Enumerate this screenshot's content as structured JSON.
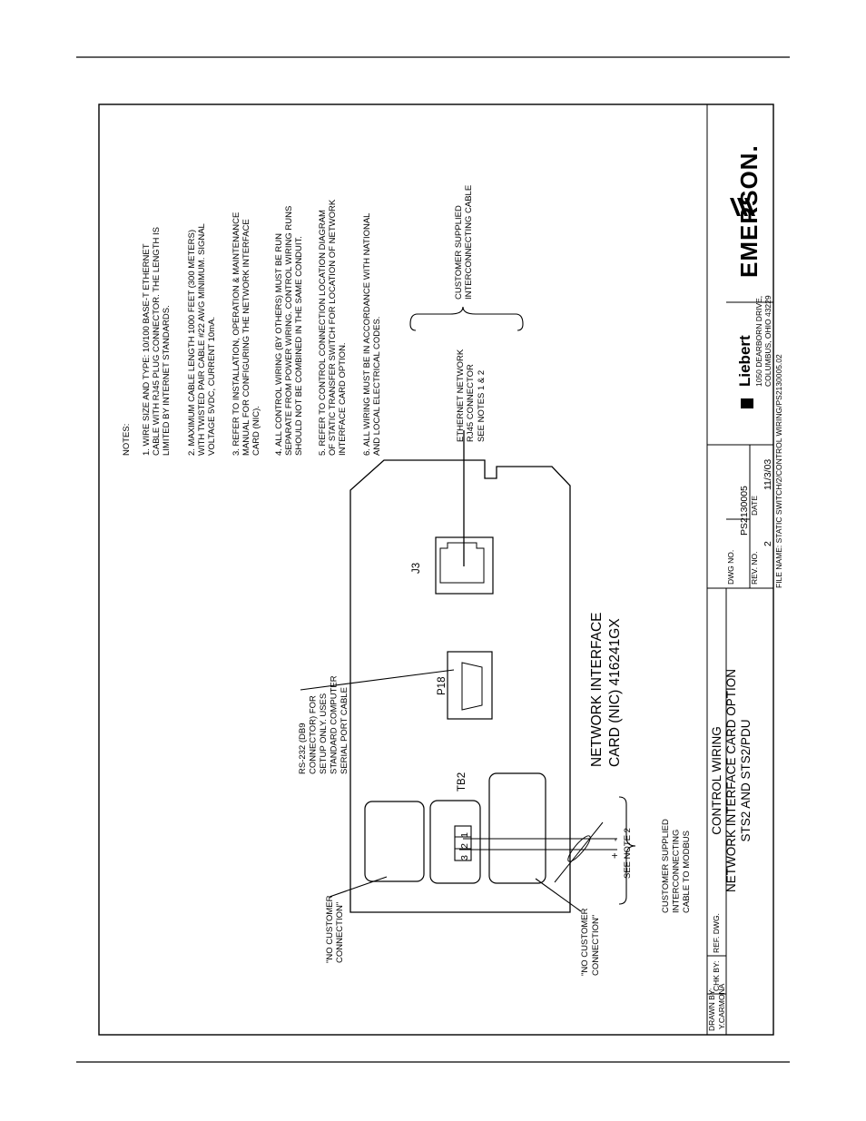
{
  "notes": {
    "heading": "NOTES:",
    "lines": [
      "1. WIRE SIZE AND TYPE: 10/100 BASE-T ETHERNET",
      "CABLE WITH RJ45 PLUG CONNECTOR. THE LENGTH IS",
      "LIMITED BY INTERNET STANDARDS.",
      "2. MAXIMUM CABLE LENGTH 1000 FEET (300 METERS)",
      "WITH TWISTED PAIR CABLE #22 AWG MINIMUM. SIGNAL",
      "VOLTAGE 5VDC, CURRENT 10mA.",
      "3. REFER TO INSTALLATION, OPERATION & MAINTENANCE",
      "MANUAL FOR CONFIGURING THE NETWORK INTERFACE",
      "CARD (NIC).",
      "4. ALL CONTROL WIRING (BY OTHERS) MUST BE RUN",
      "SEPARATE FROM POWER WIRING. CONTROL WIRING RUNS",
      "SHOULD NOT BE COMBINED IN THE SAME CONDUIT.",
      "5. REFER TO CONTROL CONNECTION LOCATION DIAGRAM",
      "OF STATIC TRANSFER SWITCH FOR LOCATION OF NETWORK",
      "INTERFACE CARD OPTION.",
      "6. ALL WIRING MUST BE IN ACCORDANCE WITH NATIONAL",
      "AND LOCAL ELECTRICAL CODES."
    ]
  },
  "labels": {
    "customer_cable_top": [
      "CUSTOMER SUPPLIED",
      "INTERCONNECTING CABLE"
    ],
    "ethernet": [
      "ETHERNET NETWORK",
      "RJ45 CONNECTOR",
      "SEE NOTES 1 & 2"
    ],
    "j3": "J3",
    "p18": "P18",
    "tb2": "TB2",
    "rs232": [
      "RS-232 (DB9",
      "CONNECTOR) FOR",
      "SETUP ONLY. USES",
      "STANDARD COMPUTER",
      "SERIAL PORT CABLE"
    ],
    "nic": [
      "NETWORK INTERFACE",
      "CARD (NIC) 416241GX"
    ],
    "terminals": [
      "1",
      "2",
      "3"
    ],
    "plus": "+",
    "minus": "-",
    "see_note2": "SEE NOTE 2",
    "modbus": [
      "CUSTOMER SUPPLIED",
      "INTERCONNECTING",
      "CABLE TO MODBUS"
    ],
    "no_customer_left": [
      "\"NO CUSTOMER",
      "CONNECTION\""
    ],
    "no_customer_right": [
      "\"NO CUSTOMER",
      "CONNECTION\""
    ]
  },
  "title_block": {
    "title": [
      "CONTROL WIRING",
      "NETWORK INTERFACE CARD OPTION",
      "STS2 AND STS2/PDU"
    ],
    "drawn_by_label": "DRAWN BY:",
    "drawn_by": "Y.CARMONA",
    "chk_by_label": "CHK BY:",
    "ref_dwg_label": "REF. DWG.",
    "dwg_no_label": "DWG NO.",
    "dwg_no": "PS2130005",
    "rev_no_label": "REV. NO.",
    "rev_no": "2",
    "date_label": "DATE",
    "date": "11/3/03",
    "filename": "FILE NAME: STATIC SWITCH/2/CONTROL WIRING/PS2130005.02",
    "company": "Liebert",
    "address": [
      "1050 DEARBORN DRIVE,",
      "COLUMBUS, OHIO 43229"
    ],
    "brand": "EMERSON."
  }
}
